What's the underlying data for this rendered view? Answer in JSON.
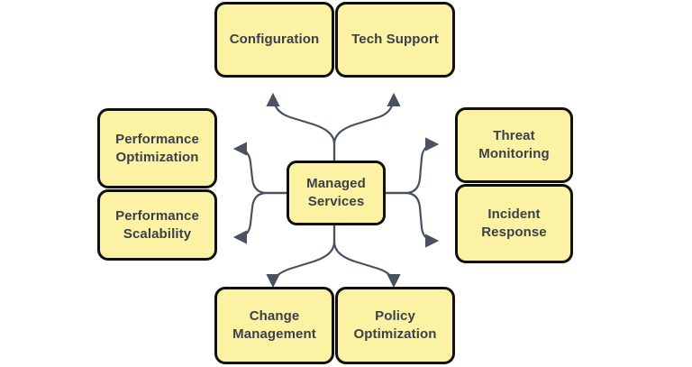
{
  "diagram": {
    "type": "hub-and-spoke",
    "title": "Managed Services",
    "colors": {
      "node_fill": "#fbf2a4",
      "node_border": "#12100c",
      "text": "#3c4049",
      "connector": "#4a5160",
      "background": "#ffffff"
    },
    "center": {
      "id": "managed-services",
      "label": "Managed\nServices"
    },
    "nodes": [
      {
        "id": "configuration",
        "label": "Configuration",
        "group": "top",
        "direction": "up"
      },
      {
        "id": "tech-support",
        "label": "Tech Support",
        "group": "top",
        "direction": "up"
      },
      {
        "id": "performance-optimization",
        "label": "Performance\nOptimization",
        "group": "left",
        "direction": "left"
      },
      {
        "id": "performance-scalability",
        "label": "Performance\nScalability",
        "group": "left",
        "direction": "left"
      },
      {
        "id": "threat-monitoring",
        "label": "Threat\nMonitoring",
        "group": "right",
        "direction": "right"
      },
      {
        "id": "incident-response",
        "label": "Incident\nResponse",
        "group": "right",
        "direction": "right"
      },
      {
        "id": "change-management",
        "label": "Change\nManagement",
        "group": "bottom",
        "direction": "down"
      },
      {
        "id": "policy-optimization",
        "label": "Policy\nOptimization",
        "group": "bottom",
        "direction": "down"
      }
    ]
  }
}
